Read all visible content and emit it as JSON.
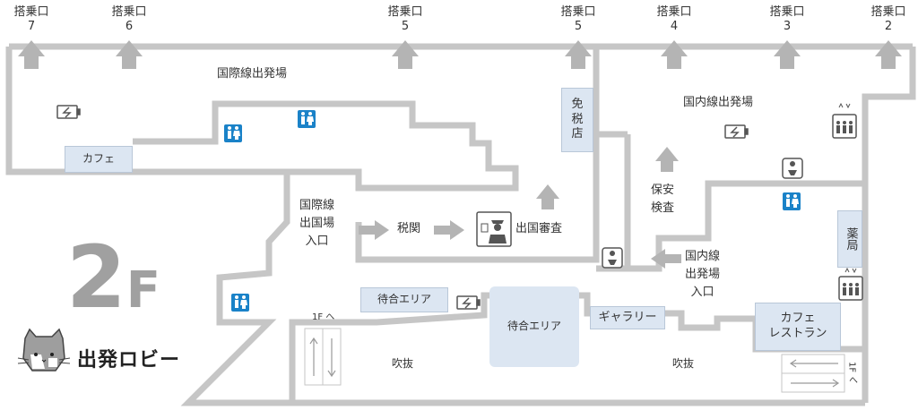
{
  "floor": {
    "number": "2",
    "suffix": "F",
    "title": "出発ロビー"
  },
  "gates": [
    {
      "line1": "搭乗口",
      "line2": "7"
    },
    {
      "line1": "搭乗口",
      "line2": "6"
    },
    {
      "line1": "搭乗口",
      "line2": "5"
    },
    {
      "line1": "搭乗口",
      "line2": "5"
    },
    {
      "line1": "搭乗口",
      "line2": "4"
    },
    {
      "line1": "搭乗口",
      "line2": "3"
    },
    {
      "line1": "搭乗口",
      "line2": "2"
    }
  ],
  "areas": {
    "intl_departure_hall": "国際線出発場",
    "dom_departure_hall": "国内線出発場",
    "duty_free": "免\n税\n店",
    "cafe": "カフェ",
    "intl_entrance": "国際線\n出国場\n入口",
    "customs": "税関",
    "immigration": "出国審査",
    "security": "保安\n検査",
    "dom_entrance": "国内線\n出発場\n入口",
    "pharmacy": "薬局",
    "waiting_area_small": "待合エリア",
    "waiting_area_large": "待合エリア",
    "gallery": "ギャラリー",
    "cafe_restaurant": "カフェ\nレストラン",
    "atrium_left": "吹抜",
    "atrium_right": "吹抜",
    "to_1f_left": "1F へ",
    "to_1f_right": "1F へ"
  },
  "icons": [
    "charging-icon",
    "restroom-icon",
    "elevator-icon",
    "baby-room-icon",
    "immigration-officer-icon",
    "escalator-icon",
    "cat-mascot-icon"
  ],
  "colors": {
    "wall": "#c6c6c6",
    "arrow": "#b4b4b4",
    "room_fill": "#dce6f2",
    "restroom_blue": "#1a82c8",
    "floor_number": "#a0a0a0"
  }
}
